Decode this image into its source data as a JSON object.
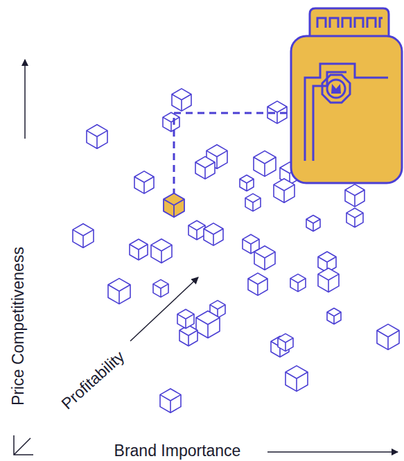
{
  "diagram": {
    "labels": [
      "Price Competitiveness",
      "Profitability",
      "Brand Importance"
    ]
  }
}
